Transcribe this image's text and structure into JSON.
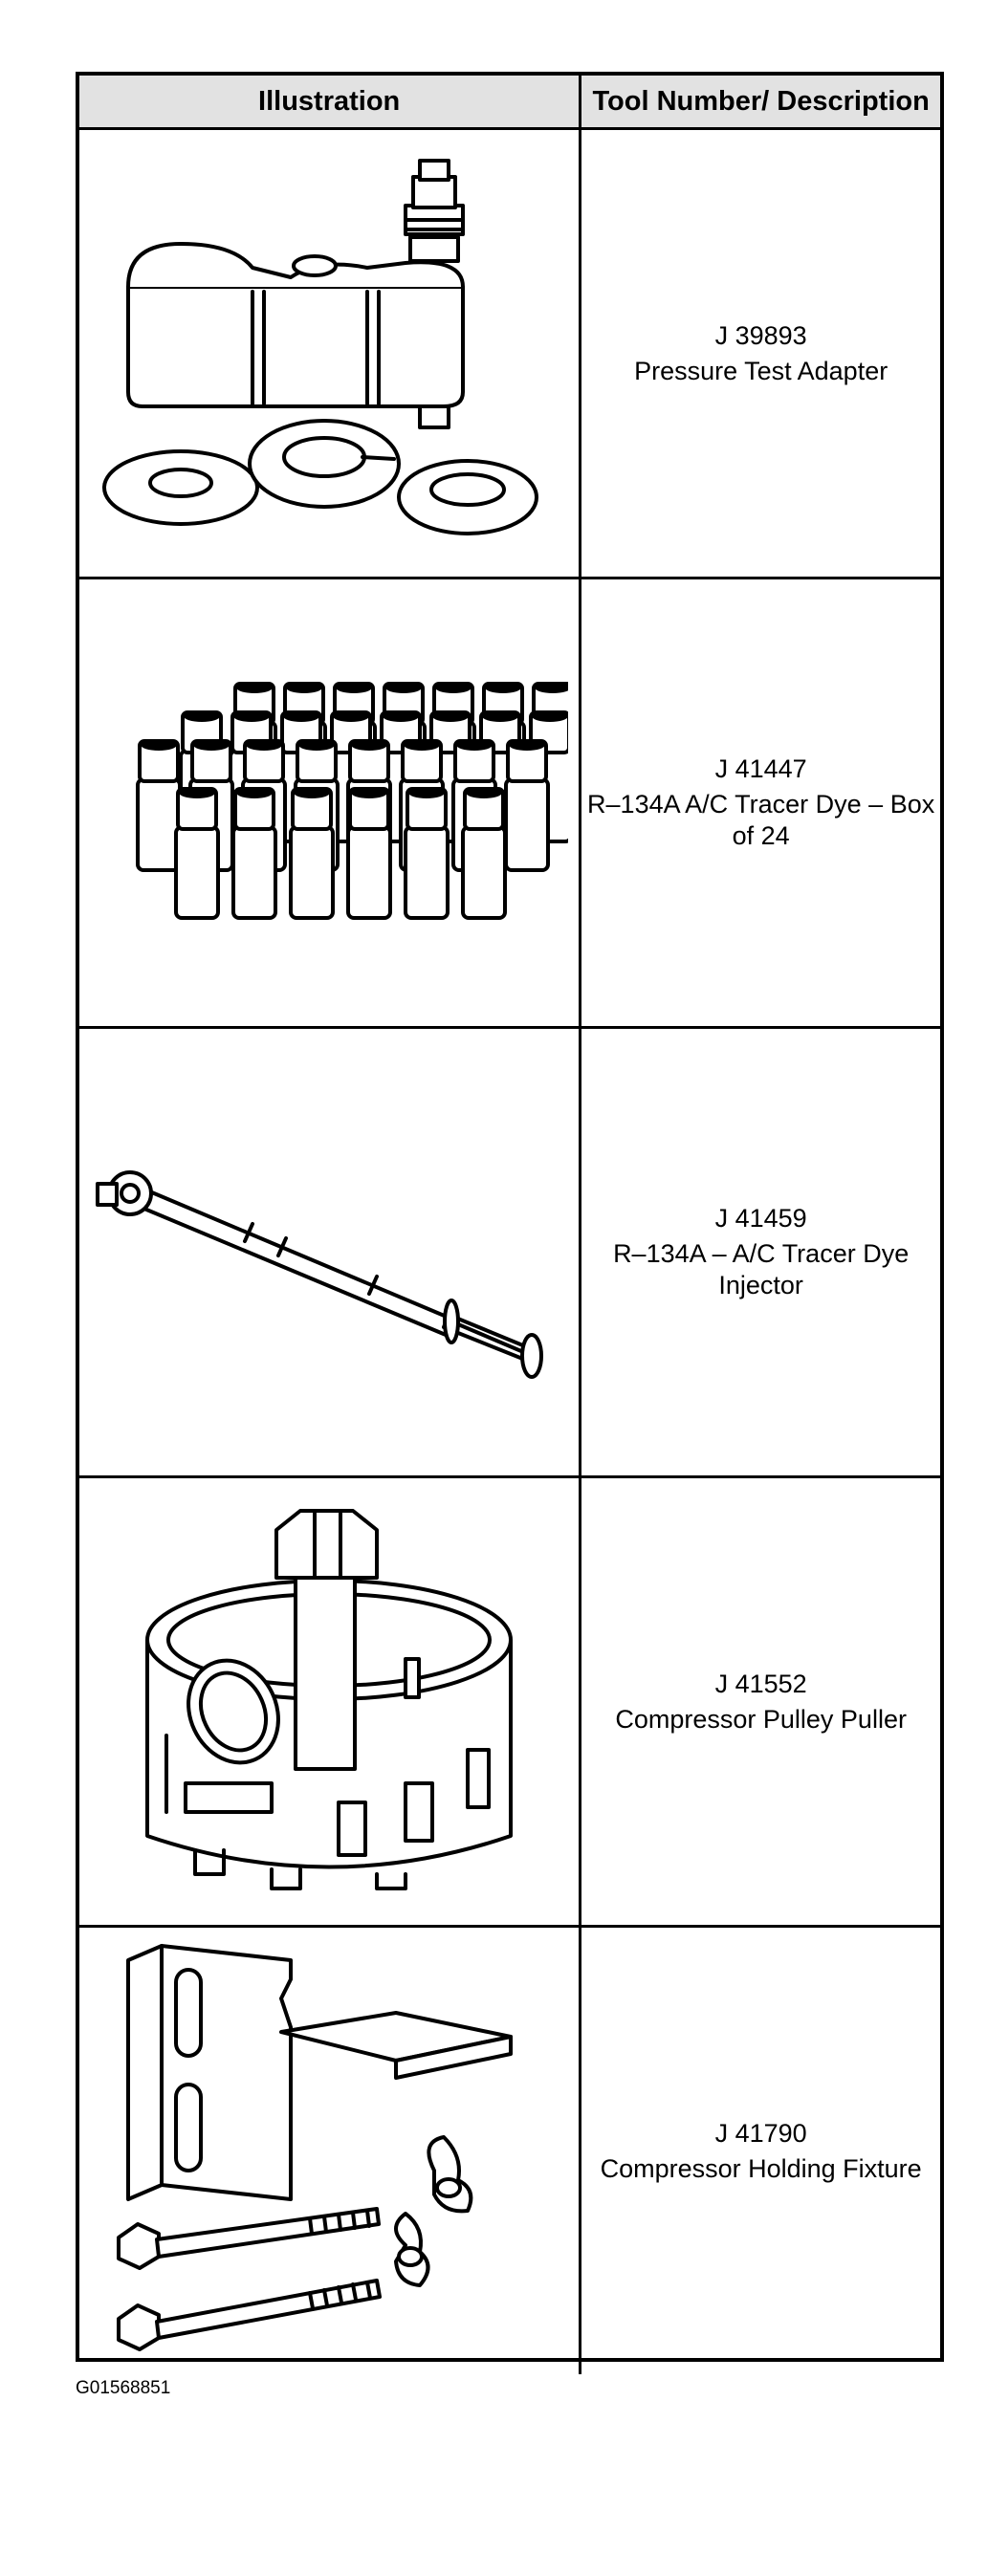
{
  "table": {
    "headers": {
      "illustration": "Illustration",
      "tool": "Tool Number/ Description"
    },
    "rows": [
      {
        "number": "J 39893",
        "description": "Pressure Test Adapter",
        "icon": "pressure-test-adapter-icon"
      },
      {
        "number": "J 41447",
        "description": "R–134A A/C Tracer Dye – Box of 24",
        "icon": "tracer-dye-box-icon"
      },
      {
        "number": "J 41459",
        "description": "R–134A – A/C Tracer Dye Injector",
        "icon": "tracer-dye-injector-icon"
      },
      {
        "number": "J 41552",
        "description": "Compressor Pulley Puller",
        "icon": "pulley-puller-icon"
      },
      {
        "number": "J 41790",
        "description": "Compressor Holding Fixture",
        "icon": "holding-fixture-icon"
      }
    ]
  },
  "figure_id": "G01568851"
}
